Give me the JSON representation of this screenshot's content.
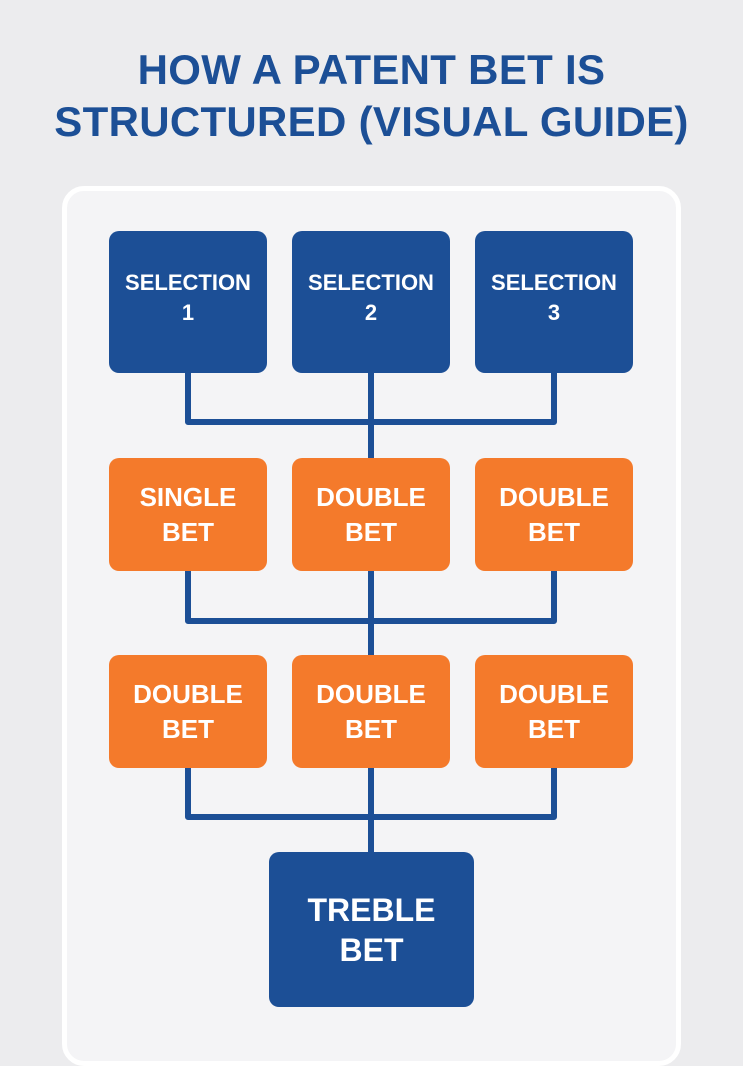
{
  "title": {
    "line1": "HOW A PATENT BET IS",
    "line2": "STRUCTURED (VISUAL GUIDE)"
  },
  "selections": [
    {
      "line1": "SELECTION",
      "line2": "1"
    },
    {
      "line1": "SELECTION",
      "line2": "2"
    },
    {
      "line1": "SELECTION",
      "line2": "3"
    }
  ],
  "row2": [
    {
      "line1": "SINGLE",
      "line2": "BET"
    },
    {
      "line1": "DOUBLE",
      "line2": "BET"
    },
    {
      "line1": "DOUBLE",
      "line2": "BET"
    }
  ],
  "row3": [
    {
      "line1": "DOUBLE",
      "line2": "BET"
    },
    {
      "line1": "DOUBLE",
      "line2": "BET"
    },
    {
      "line1": "DOUBLE",
      "line2": "BET"
    }
  ],
  "final": {
    "line1": "TREBLE",
    "line2": "BET"
  },
  "colors": {
    "primary_blue": "#1c4f96",
    "accent_orange": "#f47a2b",
    "background": "#ececee"
  }
}
